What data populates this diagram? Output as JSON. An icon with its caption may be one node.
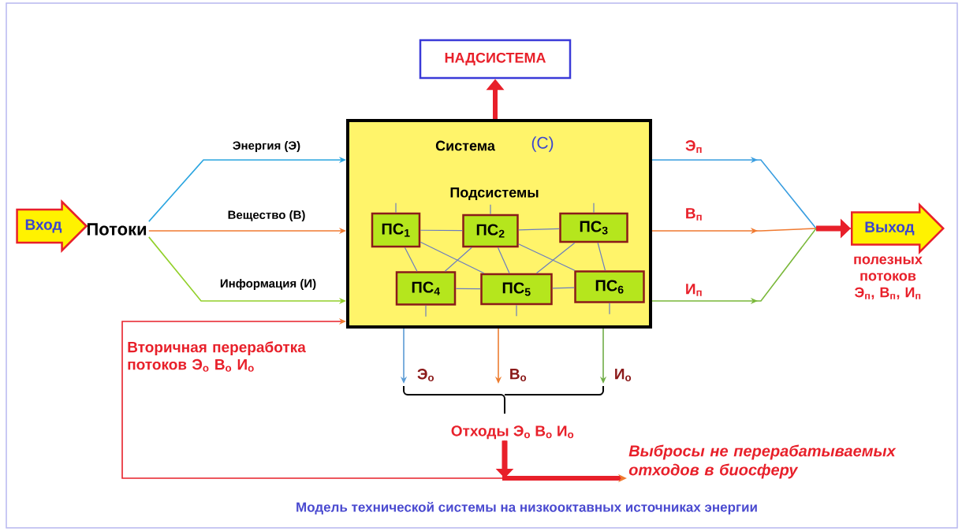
{
  "diagram": {
    "caption": "Модель технической системы на низкооктавных источниках энергии",
    "nodes": [
      {
        "text": [
          "НАДСИСТЕМА"
        ]
      },
      {
        "text": [
          "Система",
          "(С)",
          "Подсистемы"
        ]
      },
      {
        "text": [
          "ПС$_{1}$"
        ],
        "in": 1
      },
      {
        "text": [
          "ПС$_{2}$"
        ],
        "in": 1
      },
      {
        "text": [
          "ПС$_{3}$"
        ],
        "in": 1
      },
      {
        "text": [
          "ПС$_{4}$"
        ],
        "in": 1
      },
      {
        "text": [
          "ПС$_{5}$"
        ],
        "in": 1
      },
      {
        "text": [
          "ПС$_{6}$"
        ],
        "in": 1
      },
      {
        "text": [
          "Вход"
        ]
      },
      {
        "text": [
          "Потоки"
        ]
      },
      {
        "text": [
          "Выход"
        ],
        "beside": [
          "полезных потоков Э$_{п}$, В$_{п}$, И$_{п}$"
        ]
      },
      {
        "text": [
          "Отходы Э$_{о}$ В$_{о}$ И$_{о}$"
        ]
      },
      {
        "text": [
          "Выбросы не перерабатываемых отходов в биосферу"
        ]
      }
    ],
    "edges": [
      {
        "from": 1,
        "to": 0,
        "arrow": "to",
        "style": "thick",
        "color": "#e8202a"
      },
      {
        "from": 9,
        "to": 1,
        "arrow": "to",
        "label": "Энергия (Э)",
        "color": "#2aa5e0"
      },
      {
        "from": 9,
        "to": 1,
        "arrow": "to",
        "label": "Вещество (В)",
        "color": "#f07a30"
      },
      {
        "from": 9,
        "to": 1,
        "arrow": "to",
        "label": "Информация (И)",
        "color": "#92d02a"
      },
      {
        "from": 1,
        "to": 10,
        "arrow": "to",
        "label": "Э$_{п}$",
        "color": "#3a9ee0"
      },
      {
        "from": 1,
        "to": 10,
        "arrow": "to",
        "label": "В$_{п}$",
        "color": "#f07a30"
      },
      {
        "from": 1,
        "to": 10,
        "arrow": "to",
        "label": "И$_{п}$",
        "color": "#7ab83a"
      },
      {
        "from": 1,
        "to": 11,
        "arrow": "to",
        "label": "Э$_{о}$",
        "color": "#5b9bd5"
      },
      {
        "from": 1,
        "to": 11,
        "arrow": "to",
        "label": "В$_{о}$",
        "color": "#ed7d31"
      },
      {
        "from": 1,
        "to": 11,
        "arrow": "to",
        "label": "И$_{о}$",
        "color": "#70ad47"
      },
      {
        "from": 11,
        "to": 1,
        "arrow": "to",
        "label": "Вторичная переработка потоков Э$_{о}$ В$_{о}$ И$_{о}$",
        "color": "#e8202a"
      },
      {
        "from": 11,
        "to": 12,
        "arrow": "to",
        "style": "thick",
        "color": "#e8202a"
      },
      {
        "from": 2,
        "to": 3,
        "arrow": "none"
      },
      {
        "from": 3,
        "to": 4,
        "arrow": "none"
      },
      {
        "from": 2,
        "to": 5,
        "arrow": "none"
      },
      {
        "from": 2,
        "to": 6,
        "arrow": "none"
      },
      {
        "from": 3,
        "to": 5,
        "arrow": "none"
      },
      {
        "from": 3,
        "to": 6,
        "arrow": "none"
      },
      {
        "from": 3,
        "to": 7,
        "arrow": "none"
      },
      {
        "from": 4,
        "to": 6,
        "arrow": "none"
      },
      {
        "from": 4,
        "to": 7,
        "arrow": "none"
      },
      {
        "from": 5,
        "to": 6,
        "arrow": "none"
      },
      {
        "from": 6,
        "to": 7,
        "arrow": "none"
      },
      {
        "from": 2,
        "to": null,
        "arrow": "none"
      },
      {
        "from": 3,
        "to": null,
        "arrow": "none"
      },
      {
        "from": 4,
        "to": null,
        "arrow": "none"
      },
      {
        "from": 5,
        "to": null,
        "arrow": "none"
      },
      {
        "from": 6,
        "to": null,
        "arrow": "none"
      },
      {
        "from": 7,
        "to": null,
        "arrow": "none"
      }
    ]
  }
}
